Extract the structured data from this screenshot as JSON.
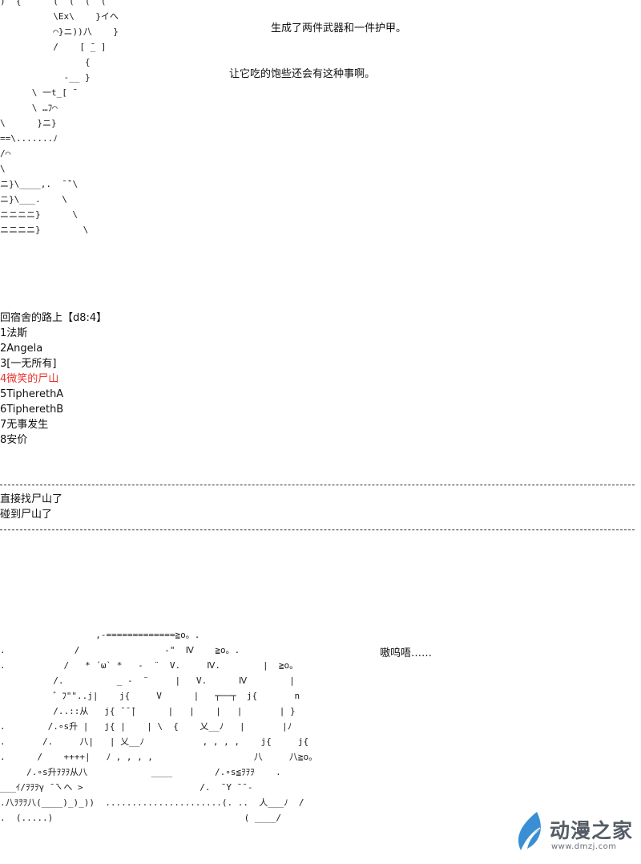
{
  "art_top": ")  {      (  (  (  (\n          \\Ex\\    }イヘ\n          ⌒}ニ))八    }\n          /    [ ̄_ ]\n                {\n            -__ }\n      \\ 一t_[ ̄\n      \\ …ﾌ⌒\n\\      }ニ}\n==\\.......ﾉ\n/⌒\n\\\nニ}\\____,.  ̄ ̄`\\\nニ}\\___.    \\\nニニニニ}      \\\nニニニニ}        \\",
  "art_bottom": "                  ,-=============≧o。.\n.             /                -\"  Ⅳ    ≧o。.\n.           /   * ´ω` *   -  ¨  V.     Ⅳ.        |  ≧o。\n          /.          _ -  ¨     |   V.      Ⅳ        |\n          ゛ﾌ\"\"..j|    j{     V      |   ┬──┬  j{       n\n          /..::从   j{ ̄ ̄ ̄|      |   |    |   |       | }\n.        /.∘s升 |   j{ |    | \\  {    乂__ﾉ   |       |ﾉ\n.       /.     八|   | 乂__ﾉ           , , , ,    j{     j{\n.      /    ++++|   ﾉ , , , ,                   八     八≧o。\n     /.∘s升ｦｦｦ从八            ____        /.∘s≦ｦｦｦ    .\n___ｲ/ｦｦｦγ ̄ ̄ヽへ >                      /.  ̄ Y ̄ ̄ -\n.八ｦｦｦ八(____)_)_))  ......................(. ..  人___ﾉ  /\n.  (.....)                                    ( ____/",
  "captions": {
    "line1": "生成了两件武器和一件护甲。",
    "line2": "让它吃的饱些还会有这种事啊。",
    "whimper": "嗷呜唔……"
  },
  "roll": {
    "header": "回宿舍的路上【d8:4】",
    "options": [
      {
        "text": "1法斯",
        "highlight": false
      },
      {
        "text": "2Angela",
        "highlight": false
      },
      {
        "text": "3[一无所有]",
        "highlight": false
      },
      {
        "text": "4微笑的尸山",
        "highlight": true
      },
      {
        "text": "5TipherethA",
        "highlight": false
      },
      {
        "text": "6TipherethB",
        "highlight": false
      },
      {
        "text": "7无事发生",
        "highlight": false
      },
      {
        "text": "8安价",
        "highlight": false
      }
    ]
  },
  "notes": [
    "直接找尸山了",
    "碰到尸山了"
  ],
  "colors": {
    "highlight": "#e8302a",
    "logo_blue": "#3a8fd4",
    "logo_text": "#555d66"
  },
  "watermark": {
    "name": "动漫之家",
    "url": "www.dmzj.com"
  }
}
